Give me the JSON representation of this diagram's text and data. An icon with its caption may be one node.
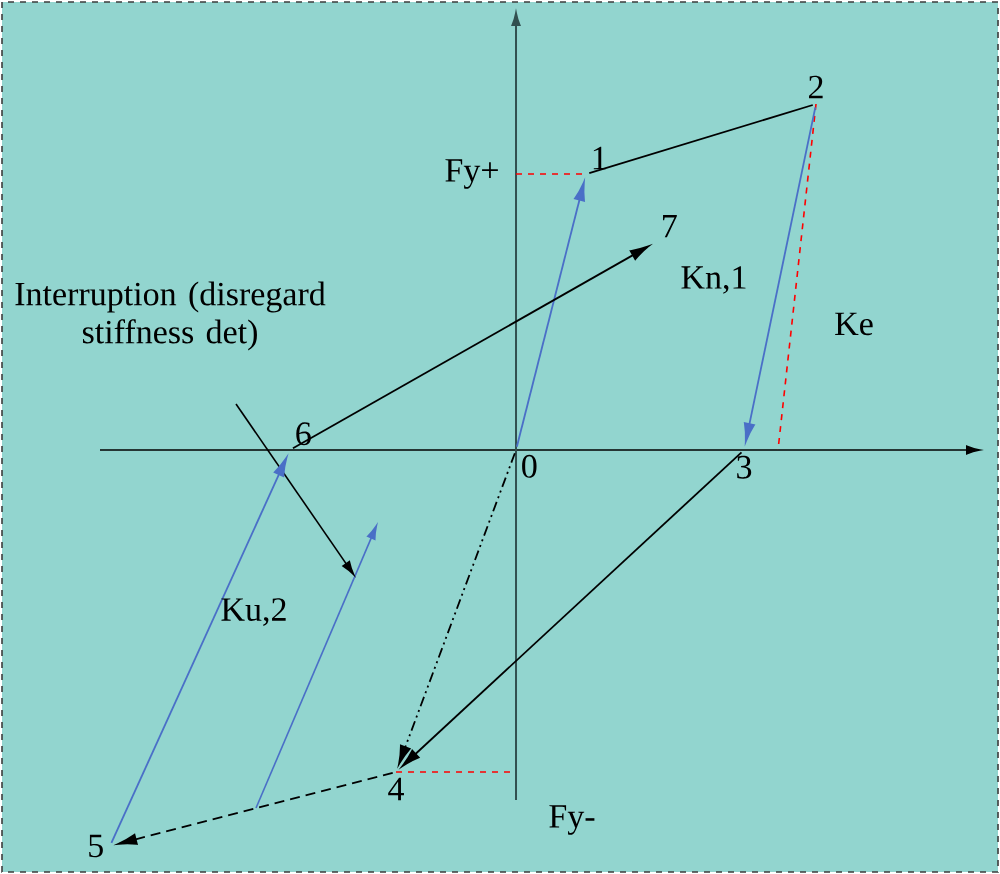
{
  "diagram": {
    "nodes": [
      {
        "text": [
          "0"
        ]
      },
      {
        "text": [
          "1"
        ]
      },
      {
        "text": [
          "2"
        ]
      },
      {
        "text": [
          "3"
        ]
      },
      {
        "text": [
          "4"
        ]
      },
      {
        "text": [
          "5"
        ]
      },
      {
        "text": [
          "6"
        ]
      },
      {
        "text": [
          "7"
        ]
      }
    ],
    "edges": [
      {
        "from": 0,
        "to": 1,
        "arrow": "to",
        "color": "#4a6fc7"
      },
      {
        "from": 1,
        "to": 2,
        "arrow": "none"
      },
      {
        "from": 2,
        "to": 3,
        "arrow": "to",
        "color": "#4a6fc7"
      },
      {
        "from": 3,
        "to": 4,
        "arrow": "to"
      },
      {
        "from": 0,
        "to": 4,
        "arrow": "to",
        "style": "dashed"
      },
      {
        "from": 4,
        "to": 5,
        "arrow": "to",
        "style": "dashed"
      },
      {
        "from": 5,
        "to": 6,
        "arrow": "to",
        "color": "#4a6fc7"
      },
      {
        "from": 6,
        "to": 7,
        "arrow": "to"
      }
    ],
    "labels": [
      "Fy+",
      "Kn,1",
      "Ke",
      "Interruption (disregard stiffness det)",
      "Ku,2",
      "Fy-"
    ]
  }
}
